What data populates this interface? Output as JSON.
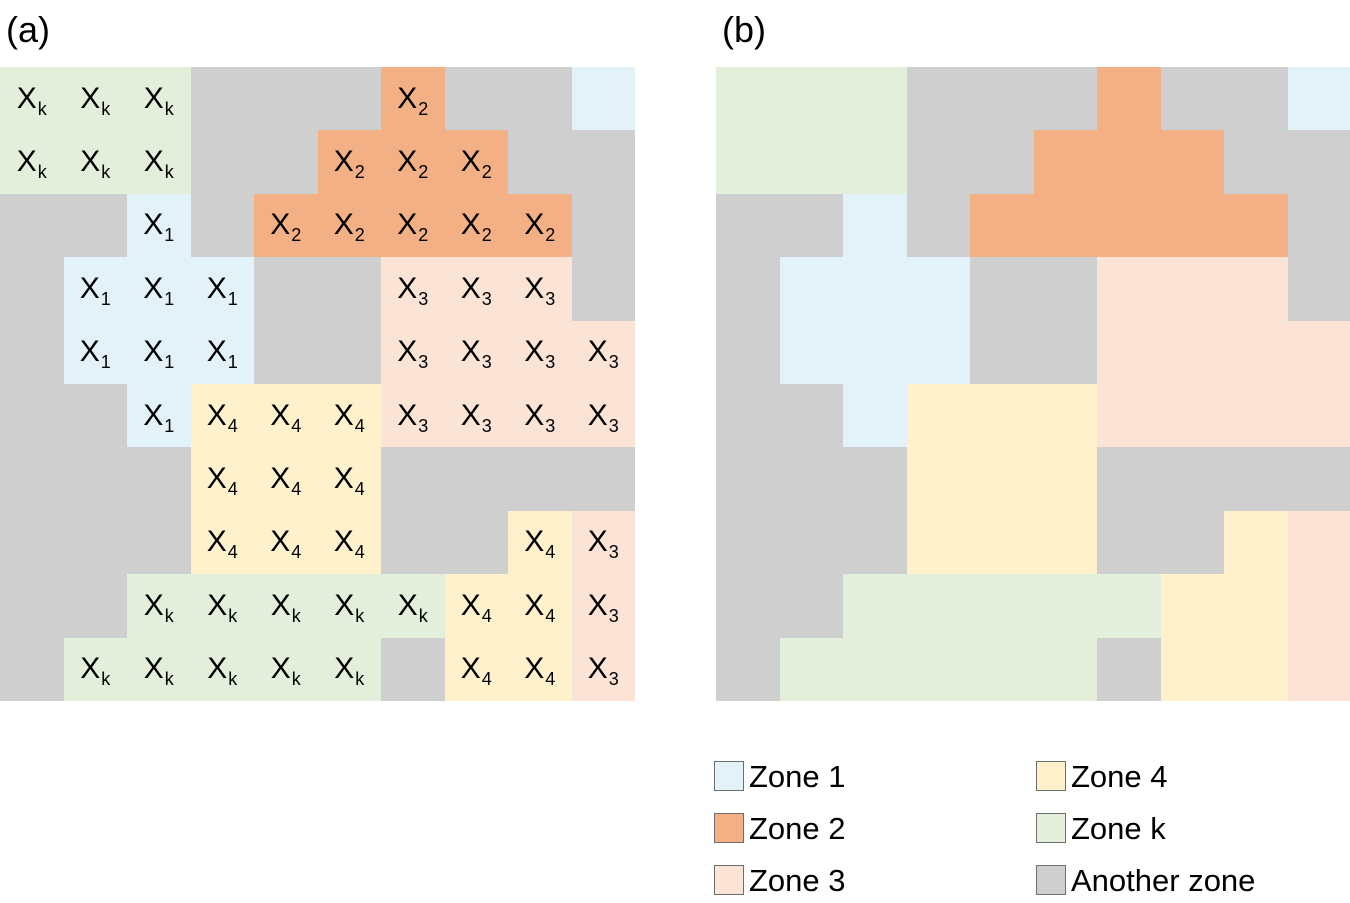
{
  "panels": {
    "a": {
      "label": "(a)"
    },
    "b": {
      "label": "(b)"
    }
  },
  "cell_symbol": "X",
  "zones": {
    "1": {
      "color": "#e3f2f8",
      "legend": "Zone 1"
    },
    "2": {
      "color": "#f3b084",
      "legend": "Zone 2"
    },
    "3": {
      "color": "#fbe3d5",
      "legend": "Zone 3"
    },
    "4": {
      "color": "#fff1cc",
      "legend": "Zone 4"
    },
    "k": {
      "color": "#e3efdb",
      "legend": "Zone k"
    },
    "g": {
      "color": "#d0cfd0",
      "legend": "Another zone"
    }
  },
  "legend_order": [
    [
      "1",
      "4"
    ],
    [
      "2",
      "k"
    ],
    [
      "3",
      "g"
    ]
  ],
  "grid_a": [
    [
      "k",
      "k",
      "k",
      "g",
      "g",
      "g",
      "2",
      "g",
      "g",
      "1"
    ],
    [
      "k",
      "k",
      "k",
      "g",
      "g",
      "2",
      "2",
      "2",
      "g",
      "g"
    ],
    [
      "g",
      "g",
      "1",
      "g",
      "2",
      "2",
      "2",
      "2",
      "2",
      "g"
    ],
    [
      "g",
      "1",
      "1",
      "1",
      "g",
      "g",
      "3",
      "3",
      "3",
      "g"
    ],
    [
      "g",
      "1",
      "1",
      "1",
      "g",
      "g",
      "3",
      "3",
      "3",
      "3"
    ],
    [
      "g",
      "g",
      "1",
      "4",
      "4",
      "4",
      "3",
      "3",
      "3",
      "3"
    ],
    [
      "g",
      "g",
      "g",
      "4",
      "4",
      "4",
      "g",
      "g",
      "g",
      "g"
    ],
    [
      "g",
      "g",
      "g",
      "4",
      "4",
      "4",
      "g",
      "g",
      "4",
      "3"
    ],
    [
      "g",
      "g",
      "k",
      "k",
      "k",
      "k",
      "k",
      "4",
      "4",
      "3"
    ],
    [
      "g",
      "k",
      "k",
      "k",
      "k",
      "k",
      "g",
      "4",
      "4",
      "3"
    ]
  ],
  "labels_a": [
    [
      "k",
      "k",
      "k",
      "",
      "",
      "",
      "2",
      "",
      "",
      ""
    ],
    [
      "k",
      "k",
      "k",
      "",
      "",
      "2",
      "2",
      "2",
      "",
      ""
    ],
    [
      "",
      "",
      "1",
      "",
      "2",
      "2",
      "2",
      "2",
      "2",
      ""
    ],
    [
      "",
      "1",
      "1",
      "1",
      "",
      "",
      "3",
      "3",
      "3",
      ""
    ],
    [
      "",
      "1",
      "1",
      "1",
      "",
      "",
      "3",
      "3",
      "3",
      "3"
    ],
    [
      "",
      "",
      "1",
      "4",
      "4",
      "4",
      "3",
      "3",
      "3",
      "3"
    ],
    [
      "",
      "",
      "",
      "4",
      "4",
      "4",
      "",
      "",
      "",
      ""
    ],
    [
      "",
      "",
      "",
      "4",
      "4",
      "4",
      "",
      "",
      "4",
      "3"
    ],
    [
      "",
      "",
      "k",
      "k",
      "k",
      "k",
      "k",
      "4",
      "4",
      "3"
    ],
    [
      "",
      "k",
      "k",
      "k",
      "k",
      "k",
      "",
      "4",
      "4",
      "3"
    ]
  ],
  "grid_b": [
    [
      "k",
      "k",
      "k",
      "g",
      "g",
      "g",
      "2",
      "g",
      "g",
      "1"
    ],
    [
      "k",
      "k",
      "k",
      "g",
      "g",
      "2",
      "2",
      "2",
      "g",
      "g"
    ],
    [
      "g",
      "g",
      "1",
      "g",
      "2",
      "2",
      "2",
      "2",
      "2",
      "g"
    ],
    [
      "g",
      "1",
      "1",
      "1",
      "g",
      "g",
      "3",
      "3",
      "3",
      "g"
    ],
    [
      "g",
      "1",
      "1",
      "1",
      "g",
      "g",
      "3",
      "3",
      "3",
      "3"
    ],
    [
      "g",
      "g",
      "1",
      "4",
      "4",
      "4",
      "3",
      "3",
      "3",
      "3"
    ],
    [
      "g",
      "g",
      "g",
      "4",
      "4",
      "4",
      "g",
      "g",
      "g",
      "g"
    ],
    [
      "g",
      "g",
      "g",
      "4",
      "4",
      "4",
      "g",
      "g",
      "4",
      "3"
    ],
    [
      "g",
      "g",
      "k",
      "k",
      "k",
      "k",
      "k",
      "4",
      "4",
      "3"
    ],
    [
      "g",
      "k",
      "k",
      "k",
      "k",
      "k",
      "g",
      "4",
      "4",
      "3"
    ]
  ]
}
